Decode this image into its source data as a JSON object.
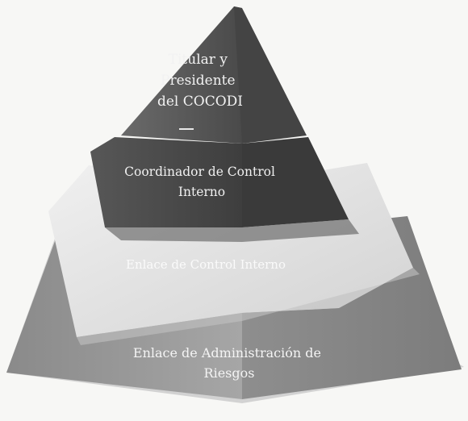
{
  "pyramid": {
    "tiers": [
      {
        "id": "top",
        "lines": [
          "Titular y",
          "Presidente",
          "del COCODI"
        ]
      },
      {
        "id": "coord",
        "lines": [
          "Coordinador de Control",
          "Interno"
        ]
      },
      {
        "id": "third",
        "lines": [
          "Enlace de Control Interno"
        ]
      },
      {
        "id": "base",
        "lines": [
          "Enlace de Administración de",
          "Riesgos"
        ]
      }
    ]
  },
  "colors": {
    "background": "#f7f7f5",
    "top_tier": "#5a5a5a",
    "coord_tier": "#4c4c4c",
    "third_tier": "#e4e4e4",
    "base_tier": "#9a9a9a"
  }
}
